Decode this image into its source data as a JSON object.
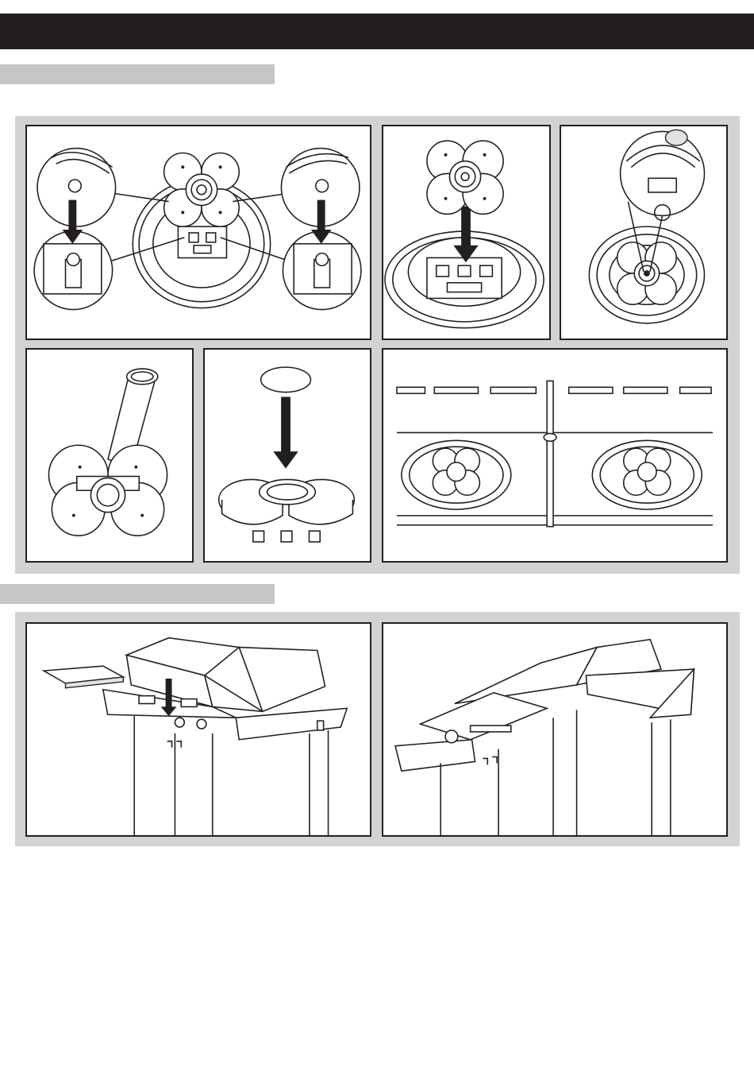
{
  "page": {
    "header_bar_color": "#231f20",
    "section_tab_color": "#c6c6c6",
    "panel_background_color": "#d2d2d2",
    "frame_border_color": "#231f20"
  },
  "sections": [
    {
      "tab_label": "",
      "figures": [
        {
          "id": "burner-valve-alignment",
          "depicts": "burner-assembly-with-valve-detail-callouts"
        },
        {
          "id": "burner-lowering",
          "depicts": "burner-head-lowered-into-bowl"
        },
        {
          "id": "burner-seated",
          "depicts": "burner-seated-with-cap-detail-callout"
        },
        {
          "id": "burner-ring-tube",
          "depicts": "burner-head-with-ring-tube"
        },
        {
          "id": "burner-cap-placement",
          "depicts": "cap-lowered-onto-burner-head"
        },
        {
          "id": "two-burners-installed",
          "depicts": "two-burners-installed-in-cooktop"
        }
      ]
    },
    {
      "tab_label": "",
      "figures": [
        {
          "id": "grill-side-shelf-attach",
          "depicts": "side-shelf-attached-to-grill"
        },
        {
          "id": "grill-side-shelf-folded",
          "depicts": "side-shelf-folded-over-grill-lid"
        }
      ]
    }
  ]
}
